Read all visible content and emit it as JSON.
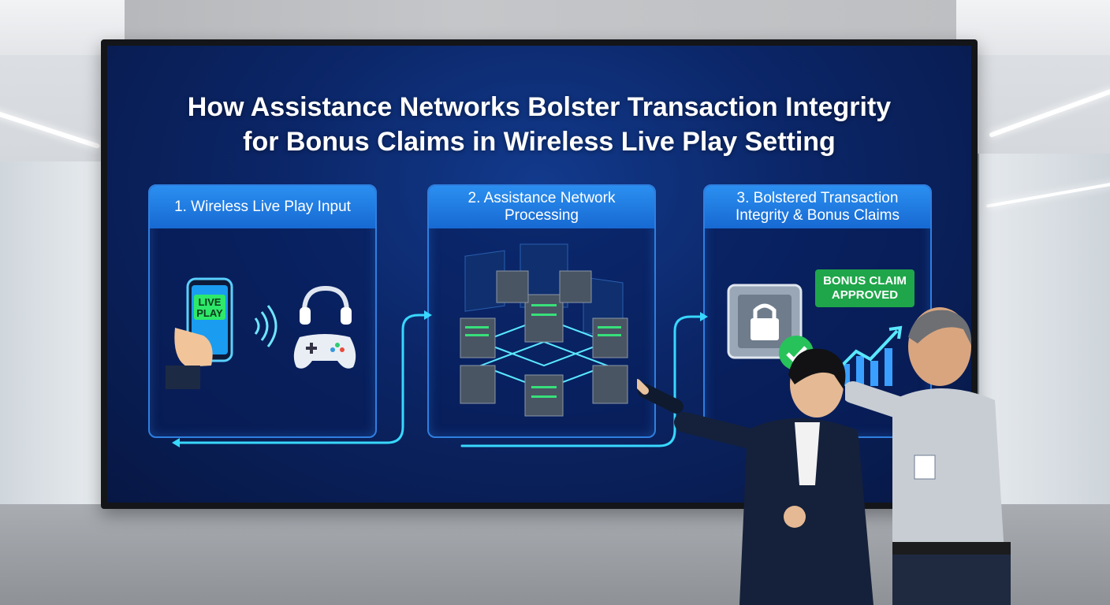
{
  "slide": {
    "title_line1": "How Assistance Networks Bolster Transaction Integrity",
    "title_line2": "for Bonus Claims in Wireless Live Play Setting",
    "panels": [
      {
        "heading": "1. Wireless Live Play Input",
        "icons": [
          "smartphone-icon",
          "wireless-signal-icon",
          "headset-icon",
          "gamepad-icon"
        ]
      },
      {
        "heading": "2. Assistance Network Processing",
        "icons": [
          "server-rack-icon",
          "code-window-icon"
        ]
      },
      {
        "heading": "3. Bolstered Transaction Integrity & Bonus Claims",
        "icons": [
          "vault-lock-icon",
          "check-icon",
          "growth-chart-icon"
        ]
      }
    ],
    "phone_screen_text": "LIVE PLAY",
    "approval_badge": "BONUS CLAIM APPROVED"
  },
  "colors": {
    "screen_bg": "#0b2566",
    "panel_header": "#1e7ee6",
    "flow_line": "#38d8ff",
    "approved_green": "#1fa64a"
  }
}
